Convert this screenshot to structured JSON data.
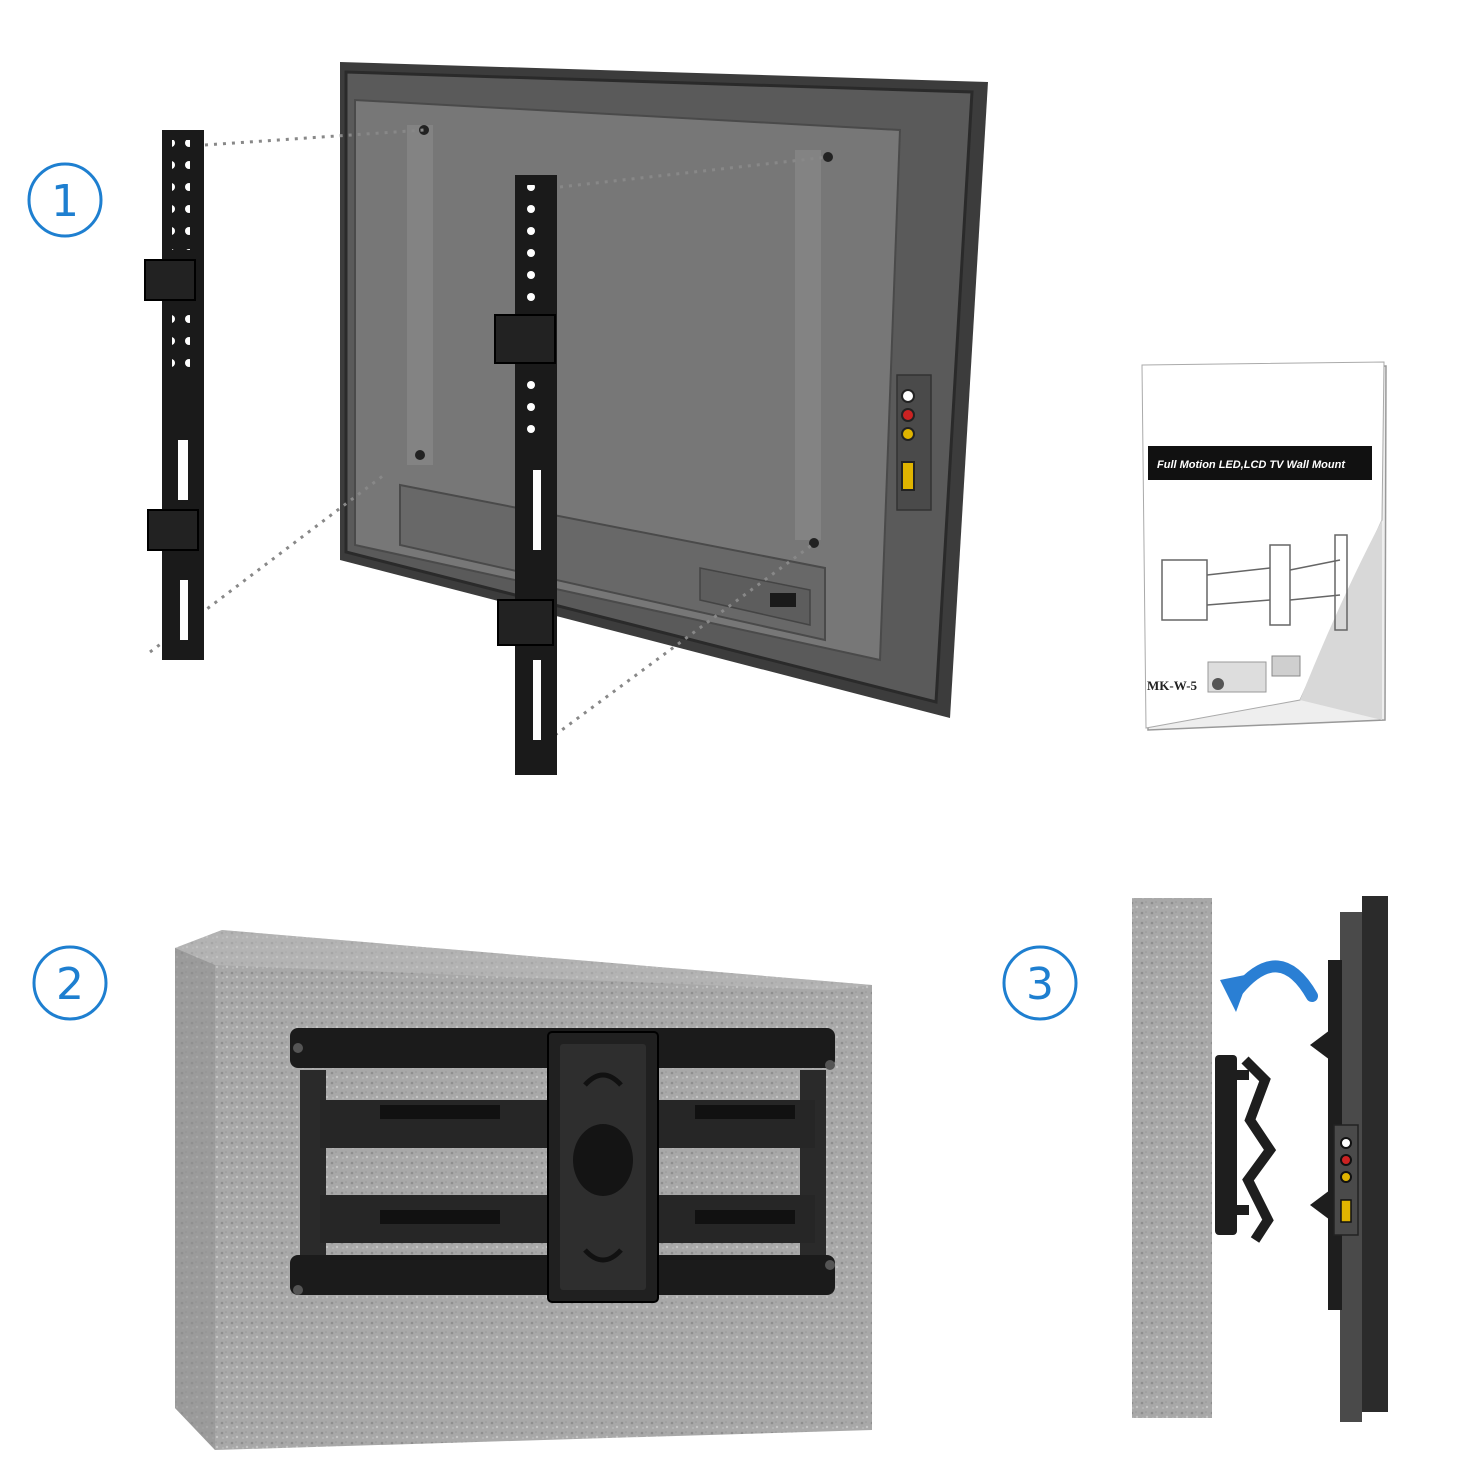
{
  "steps": [
    {
      "number": "1"
    },
    {
      "number": "2"
    },
    {
      "number": "3"
    }
  ],
  "manual": {
    "title": "Full Motion LED,LCD TV Wall Mount",
    "model": "MK-W-5"
  },
  "colors": {
    "step_circle": "#1e7fd0",
    "arrow": "#2a7fd4",
    "bracket": "#1a1a1a",
    "tv_frame": "#3a3a3a",
    "tv_back": "#6f6f6f",
    "wall": "#a9a9a9",
    "port_red": "#cc2222",
    "port_yellow": "#e0b400"
  },
  "icons": [
    "step-number-circle",
    "curved-arrow-icon",
    "dotted-guide-line"
  ]
}
